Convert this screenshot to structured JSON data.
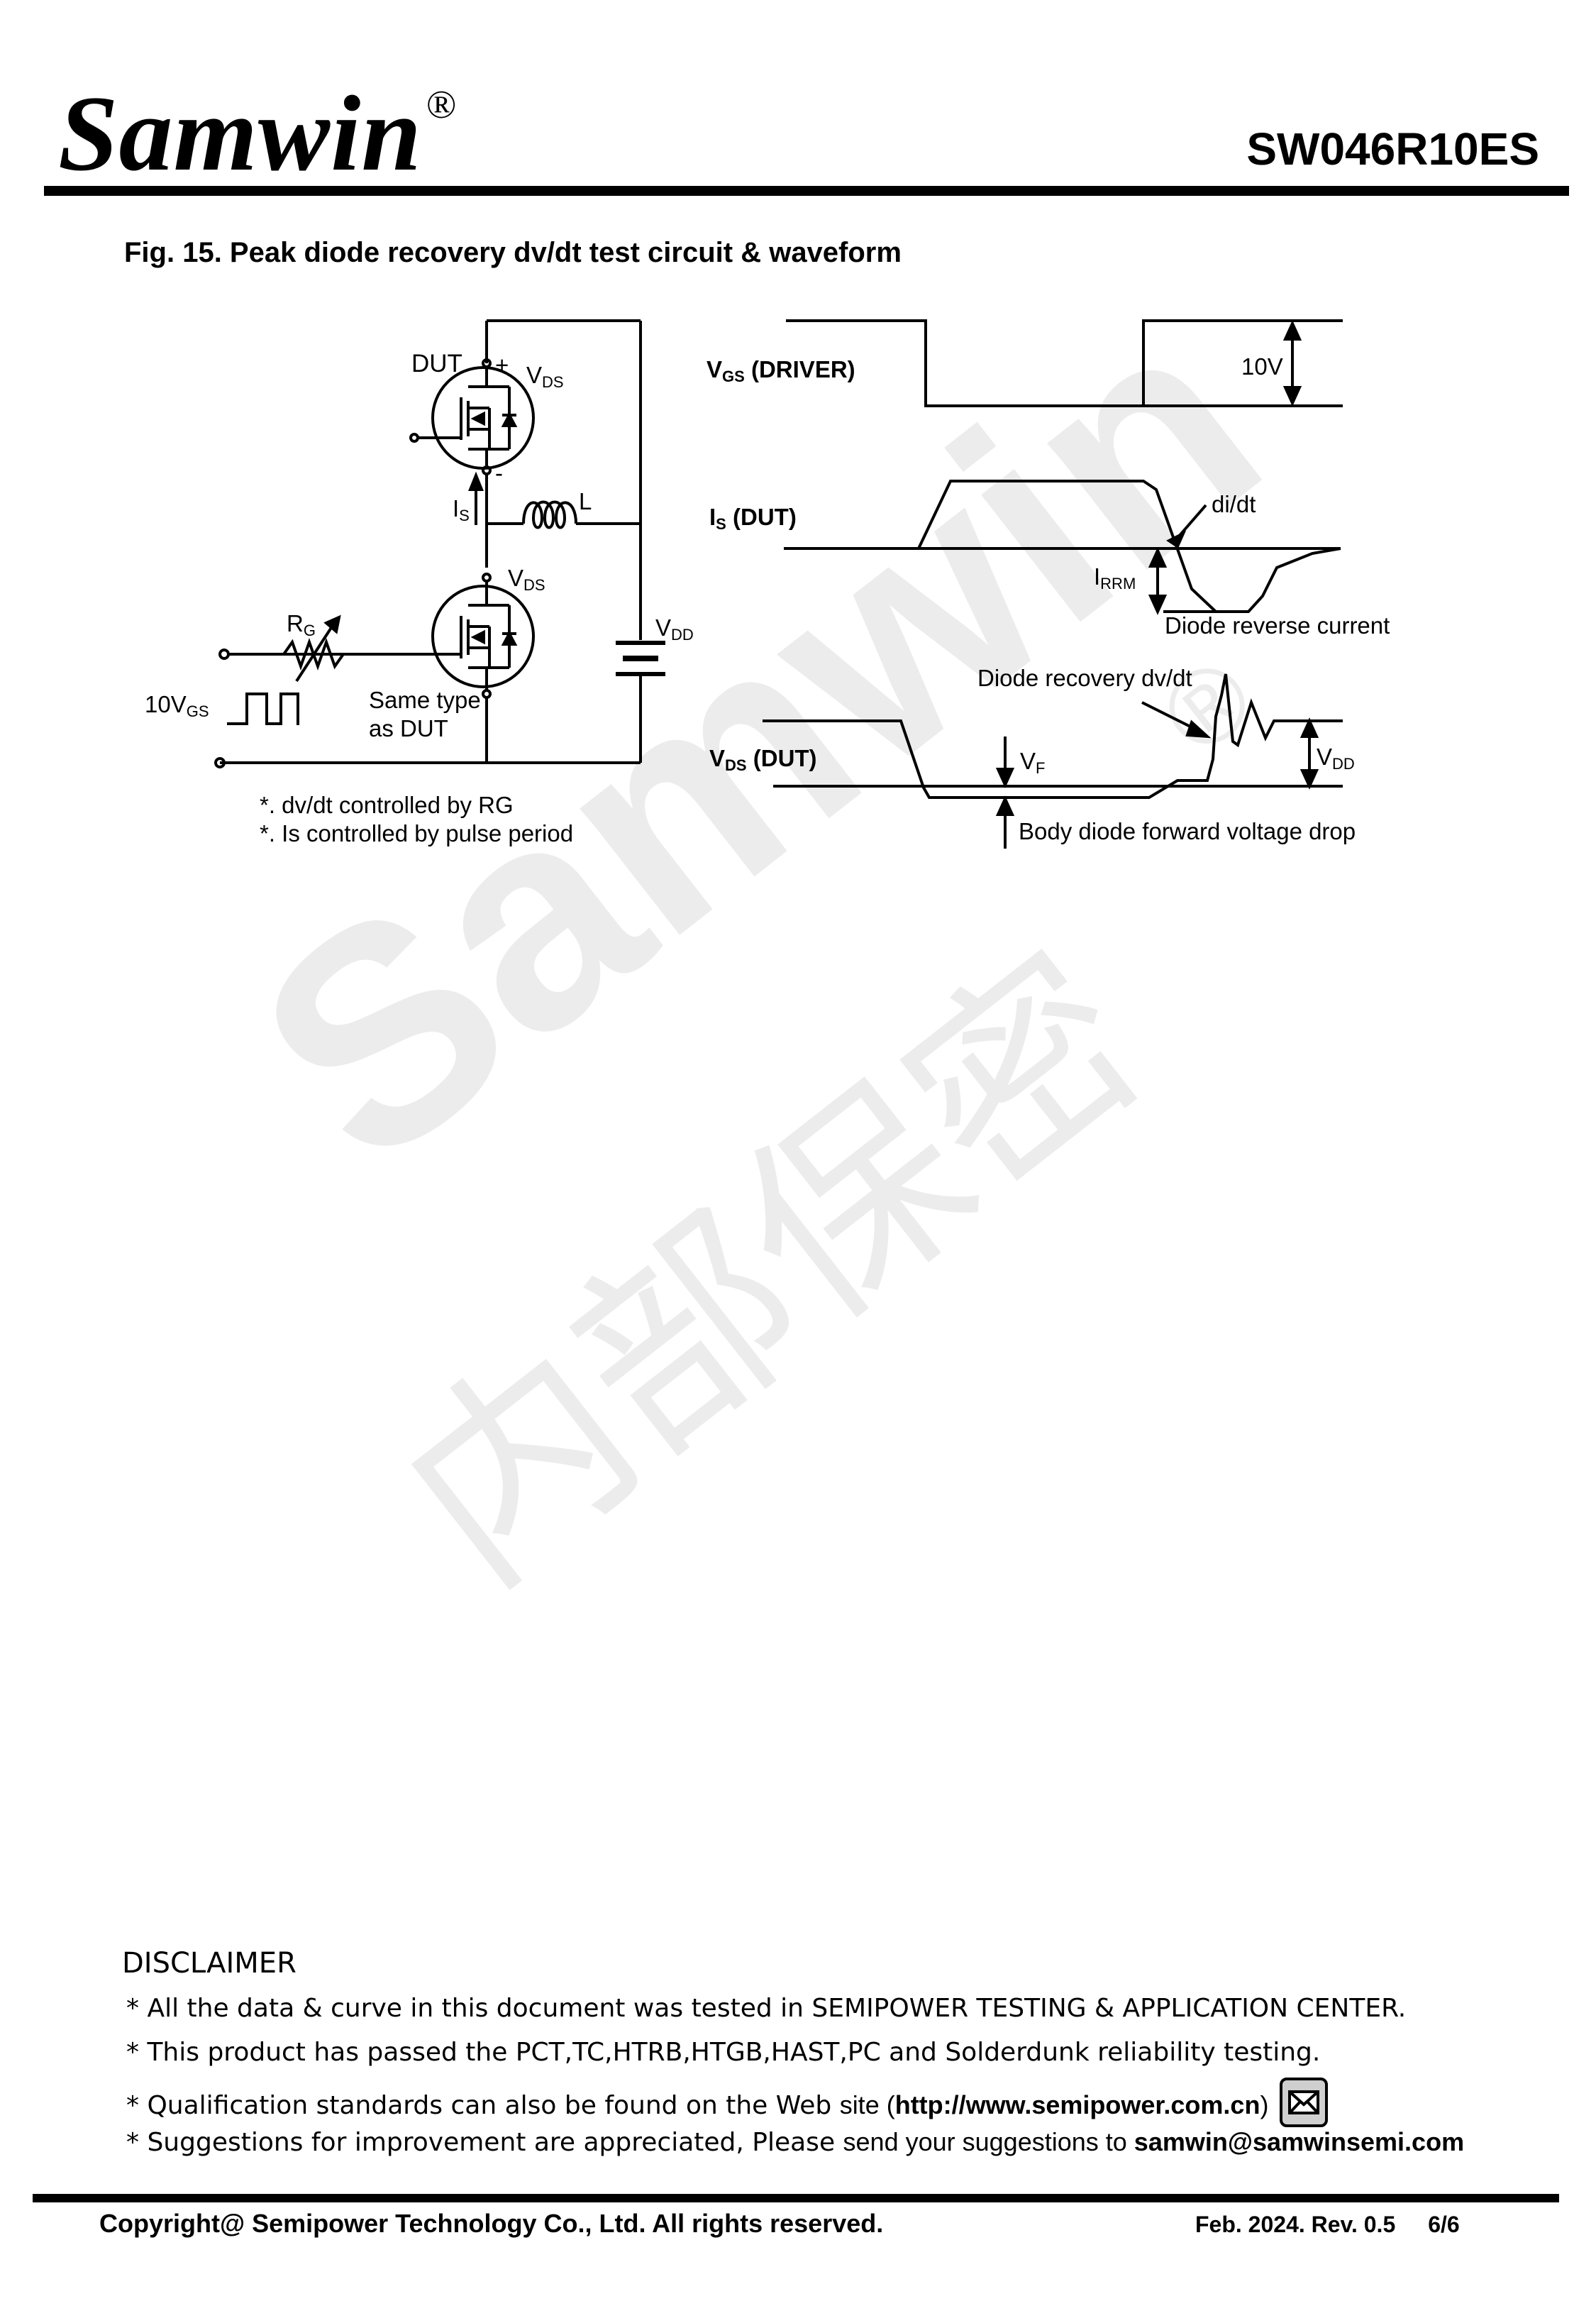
{
  "header": {
    "logo": "Samwin",
    "logo_reg": "®",
    "part_number": "SW046R10ES"
  },
  "figure": {
    "title": "Fig. 15. Peak diode recovery dv/dt test circuit & waveform",
    "circuit": {
      "dut": "DUT",
      "plus": "+",
      "minus": "-",
      "v": "V",
      "ds": "DS",
      "i": "I",
      "s": "S",
      "l": "L",
      "r": "R",
      "g": "G",
      "dd": "DD",
      "vgs_prefix": "10V",
      "gs": "GS",
      "same_type_1": "Same type",
      "same_type_2": "as DUT",
      "note1": "*. dv/dt controlled by RG",
      "note2": "*. Is controlled by pulse period"
    },
    "waveform": {
      "gs": "GS",
      "driver": " (DRIVER)",
      "dut": " (DUT)",
      "ten_v": "10V",
      "didt": "di/dt",
      "rrm": "RRM",
      "diode_reverse": "Diode reverse current",
      "diode_recovery": "Diode recovery dv/dt",
      "f": "F",
      "body_diode": "Body diode forward voltage drop"
    }
  },
  "watermark": {
    "word": "Samwin",
    "chinese": "内部保密",
    "reg": "®"
  },
  "disclaimer": {
    "title": "DISCLAIMER",
    "line1": "* All the data & curve in this document was tested in SEMIPOWER TESTING & APPLICATION CENTER.",
    "line2": "* This product has passed the PCT,TC,HTRB,HTGB,HAST,PC and Solderdunk reliability testing.",
    "line3_a": "* Qualification standards can also be found on the Web ",
    "line3_b": "site (",
    "line3_url": "http://www.semipower.com.cn",
    "line3_c": ")",
    "line4_a": "* Suggestions for improvement are appreciated, Please ",
    "line4_b": "send your suggestions to ",
    "line4_email": "samwin@samwinsemi.com"
  },
  "footer": {
    "copyright": "Copyright@ Semipower Technology Co., Ltd. All rights reserved.",
    "revision": "Feb. 2024. Rev. 0.5",
    "page": "6/6"
  }
}
